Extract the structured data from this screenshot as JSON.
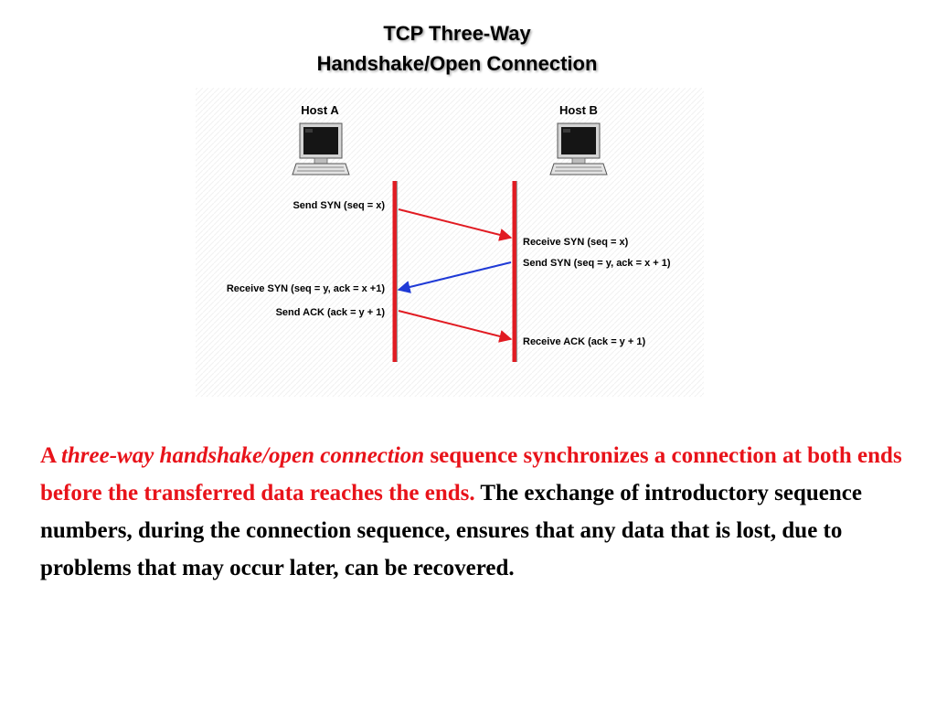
{
  "diagram": {
    "title_line1": "TCP Three-Way",
    "title_line2": "Handshake/Open Connection",
    "host_a": {
      "label": "Host A",
      "icon": "computer-icon"
    },
    "host_b": {
      "label": "Host B",
      "icon": "computer-icon"
    },
    "steps": {
      "a_send_syn": "Send SYN  (seq = x)",
      "b_receive_syn": "Receive SYN (seq = x)",
      "b_send_syn": "Send SYN (seq = y, ack = x + 1)",
      "a_receive_syn": "Receive SYN (seq = y, ack = x +1)",
      "a_send_ack": "Send ACK (ack = y + 1)",
      "b_receive_ack": "Receive ACK (ack = y + 1)"
    },
    "colors": {
      "timeline": "#e11b22",
      "arrow_a_to_b": "#e11b22",
      "arrow_b_to_a": "#1f3ad6"
    }
  },
  "caption": {
    "part1": "A ",
    "part2_italic": "three-way handshake/open connection",
    "part3": " sequence synchronizes a connection at both ends before the transferred data reaches the ends.",
    "part4": " The exchange of introductory sequence numbers, during the connection sequence, ensures that any data that is lost, due to problems that may occur later, can be recovered",
    "part5": ".",
    "highlight_color": "#e8131a"
  }
}
